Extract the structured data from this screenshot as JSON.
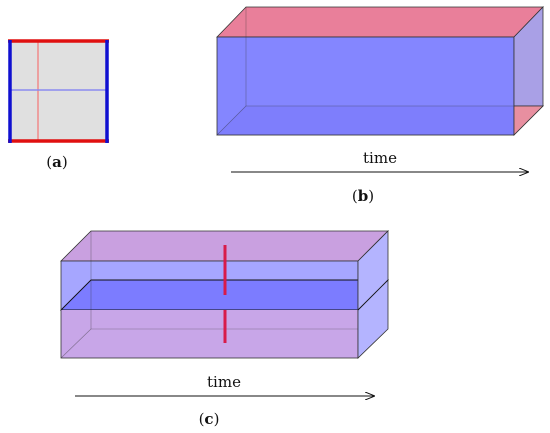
{
  "panel_a": {
    "caption_prefix": "(",
    "caption_letter": "a",
    "caption_suffix": ")",
    "colors": {
      "face": "#e0e0e0",
      "red_edge": "#e01010",
      "blue_edge": "#1010d0",
      "light_red": "#f08a8a",
      "light_blue": "#8a8af0"
    }
  },
  "panel_b": {
    "axis_label": "time",
    "caption_prefix": "(",
    "caption_letter": "b",
    "caption_suffix": ")",
    "colors": {
      "front": "#7a7cff",
      "top": "#e97f9a",
      "side": "#a9a0e6",
      "end_side": "#e88fa0"
    }
  },
  "panel_c": {
    "axis_label": "time",
    "caption_prefix": "(",
    "caption_letter": "c",
    "caption_suffix": ")",
    "colors": {
      "top_face": "#c9a0e0",
      "front_upper": "#a6a6ff",
      "middle_slab": "#7c7cff",
      "front_lower": "#c8a6e8",
      "end_face": "#b4b4ff",
      "cut_line": "#d81b4a"
    }
  }
}
